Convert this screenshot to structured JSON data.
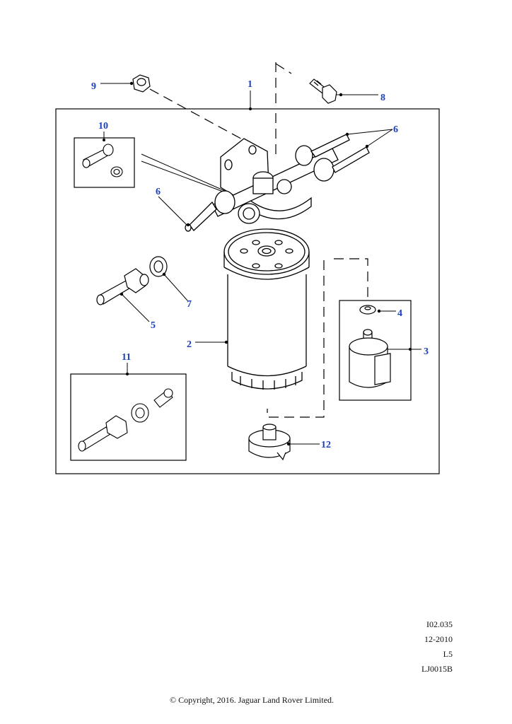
{
  "callouts": {
    "c1": "1",
    "c2": "2",
    "c3": "3",
    "c4": "4",
    "c5": "5",
    "c6a": "6",
    "c6b": "6",
    "c7": "7",
    "c8": "8",
    "c9": "9",
    "c10": "10",
    "c11": "11",
    "c12": "12"
  },
  "meta": {
    "ref": "I02.035",
    "date": "12-2010",
    "level": "L5",
    "code": "LJ0015B"
  },
  "copyright": "© Copyright, 2016. Jaguar Land Rover Limited.",
  "colors": {
    "callout": "#1a3fbf",
    "line": "#000000"
  }
}
